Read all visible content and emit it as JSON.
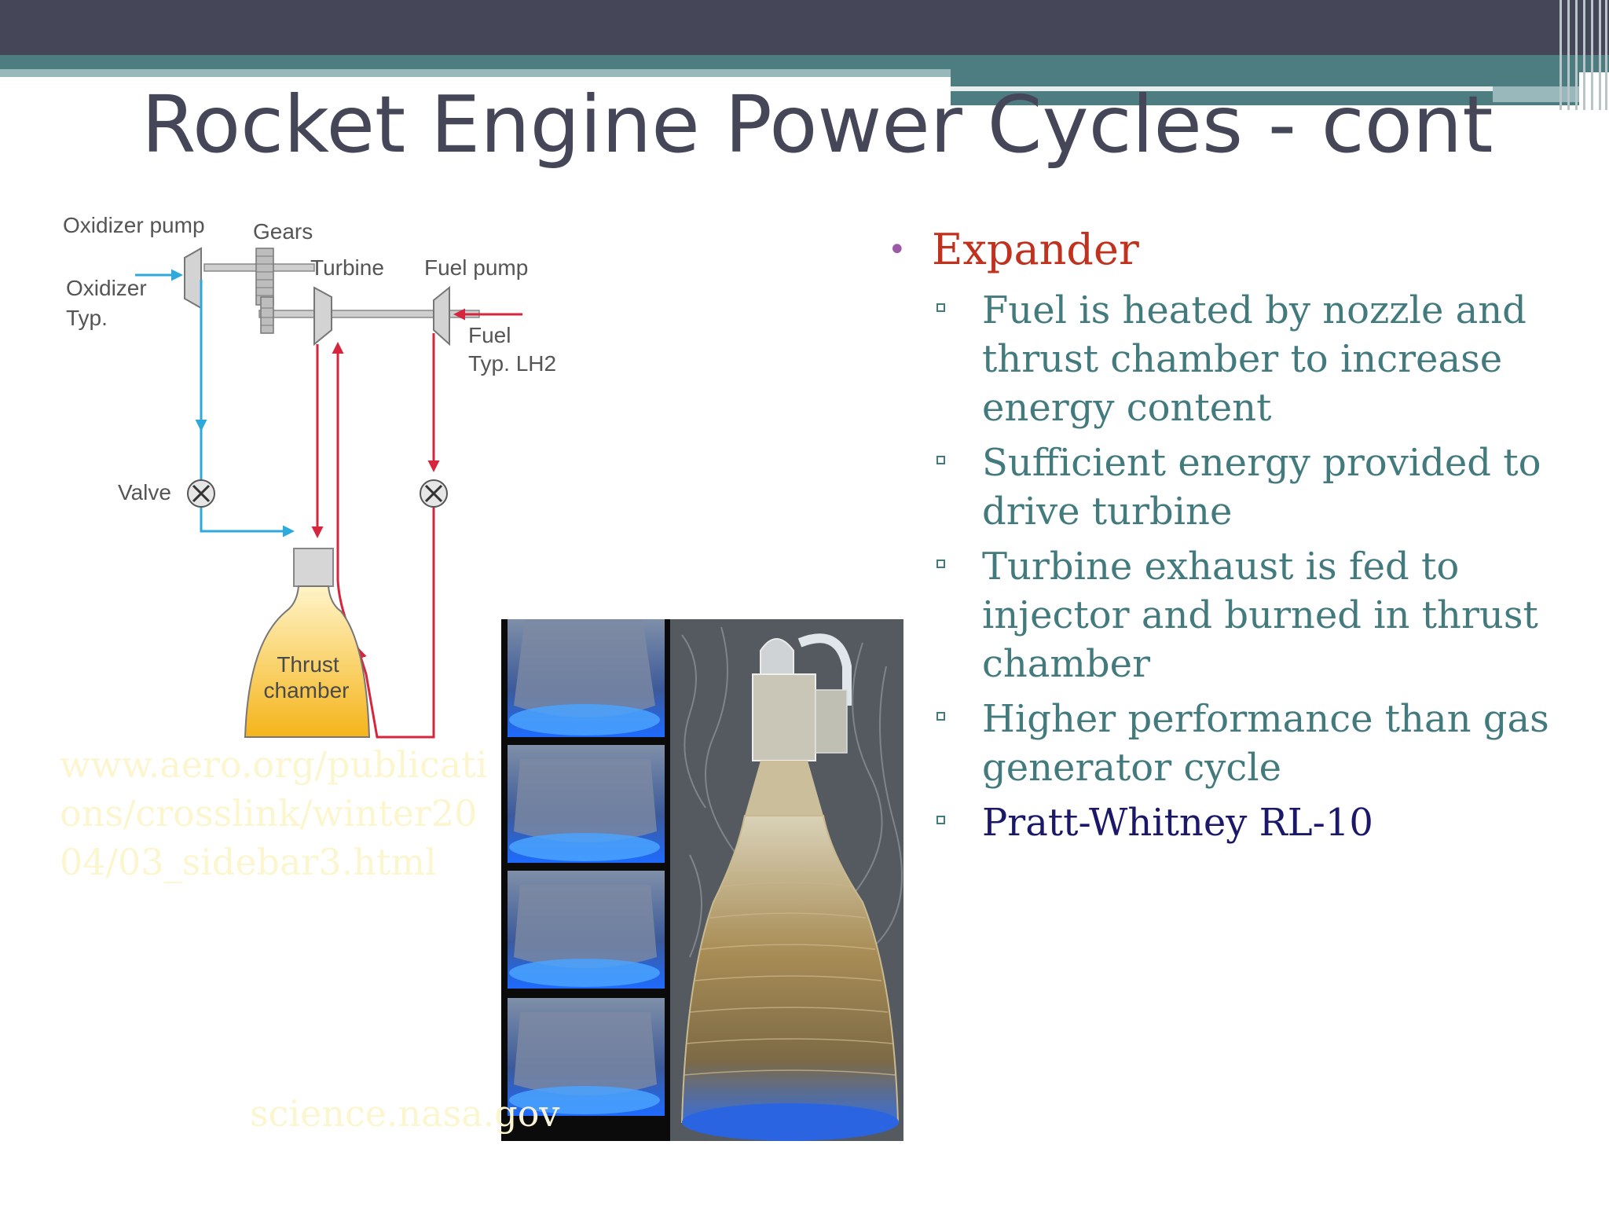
{
  "slide": {
    "title": "Rocket Engine Power Cycles - cont"
  },
  "diagram": {
    "labels": {
      "oxidizer_pump": "Oxidizer pump",
      "gears": "Gears",
      "turbine": "Turbine",
      "fuel_pump": "Fuel pump",
      "oxidizer": "Oxidizer",
      "oxidizer_typ": "Typ.",
      "fuel": "Fuel",
      "fuel_typ": "Typ. LH2",
      "valve": "Valve",
      "thrust": "Thrust",
      "chamber": "chamber"
    },
    "colors": {
      "oxidizer_line": "#2ea9dc",
      "fuel_line": "#d6263e",
      "chamber_fill": "#f5b41a"
    }
  },
  "credits": {
    "diagram_source": "www.aero.org/publications/crosslink/winter2004/03_sidebar3.html",
    "photo_source_faint": "science.nasa.g",
    "photo_source_visible": "ov"
  },
  "bullets": {
    "main": "Expander",
    "items": [
      "Fuel is heated by nozzle and thrust chamber to increase energy content",
      "Sufficient energy provided to drive turbine",
      "Turbine exhaust is fed to injector and burned in thrust chamber",
      "Higher performance than gas generator cycle",
      "Pratt-Whitney RL-10"
    ]
  }
}
